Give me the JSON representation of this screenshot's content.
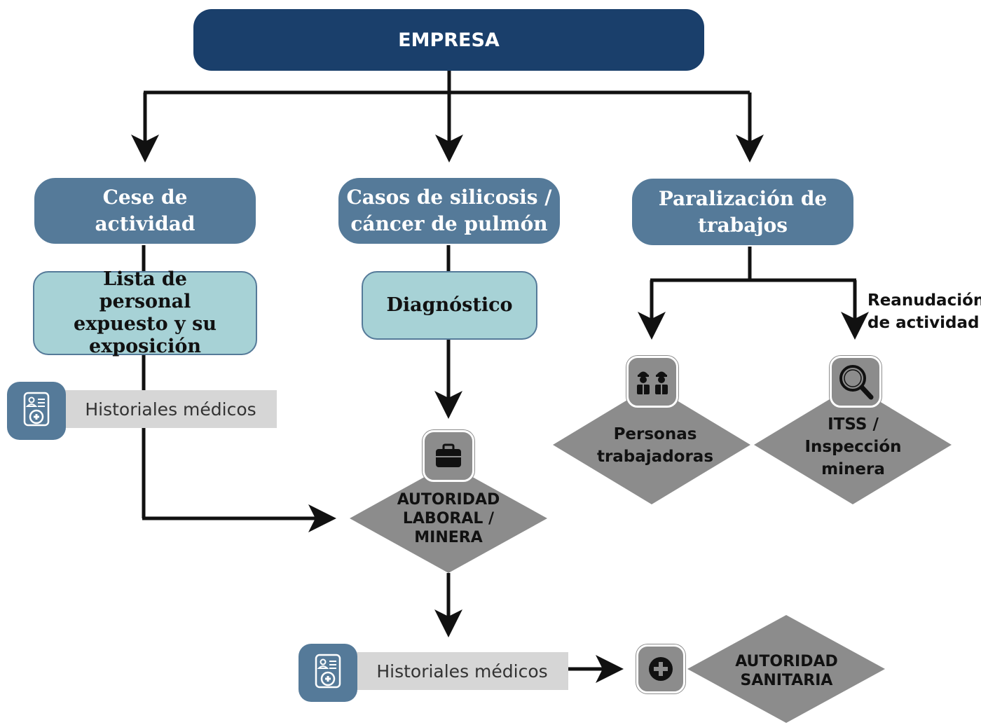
{
  "top": {
    "label": "EMPRESA"
  },
  "branches": {
    "cese": {
      "label": "Cese de actividad"
    },
    "casos": {
      "label": "Casos de silicosis / cáncer de pulmón"
    },
    "paralizacion": {
      "label": "Paralización de trabajos"
    }
  },
  "sub": {
    "lista": {
      "label": "Lista de personal expuesto y su exposición"
    },
    "diagnostico": {
      "label": "Diagnóstico"
    }
  },
  "historial": {
    "left": {
      "label": "Historiales médicos",
      "icon": "medical-record-icon"
    },
    "bottom": {
      "label": "Historiales médicos",
      "icon": "medical-record-icon"
    }
  },
  "nodes": {
    "autoridad_laboral": {
      "label": "AUTORIDAD LABORAL / MINERA",
      "icon": "briefcase-icon"
    },
    "autoridad_sanitaria": {
      "label": "AUTORIDAD SANITARIA",
      "icon": "medical-cross-icon"
    },
    "personas": {
      "label": "Personas trabajadoras",
      "icon": "workers-icon"
    },
    "itss": {
      "label": "ITSS / Inspección minera",
      "icon": "magnifier-icon"
    }
  },
  "annotations": {
    "reanudacion": "Reanudación de actividad"
  },
  "colors": {
    "dark_blue": "#1a3f6b",
    "steel_blue": "#557a99",
    "light_teal": "#a7d2d6",
    "gray": "#8c8c8c",
    "light_gray": "#d6d6d6"
  }
}
